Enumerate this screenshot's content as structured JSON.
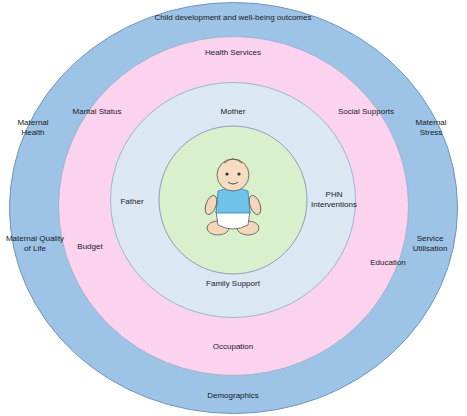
{
  "diagram": {
    "nodes": [
      {
        "text": [
          "Child development and well-being outcomes",
          "Maternal Health",
          "Maternal Stress",
          "Maternal Quality of Life",
          "Service Utilisation",
          "Demographics"
        ]
      },
      {
        "text": [
          "Health Services",
          "Marital Status",
          "Social Supports",
          "Budget",
          "Education",
          "Occupation"
        ],
        "in": 0
      },
      {
        "text": [
          "Mother",
          "Father",
          "PHN Interventions",
          "Family Support"
        ],
        "in": 1
      }
    ]
  }
}
